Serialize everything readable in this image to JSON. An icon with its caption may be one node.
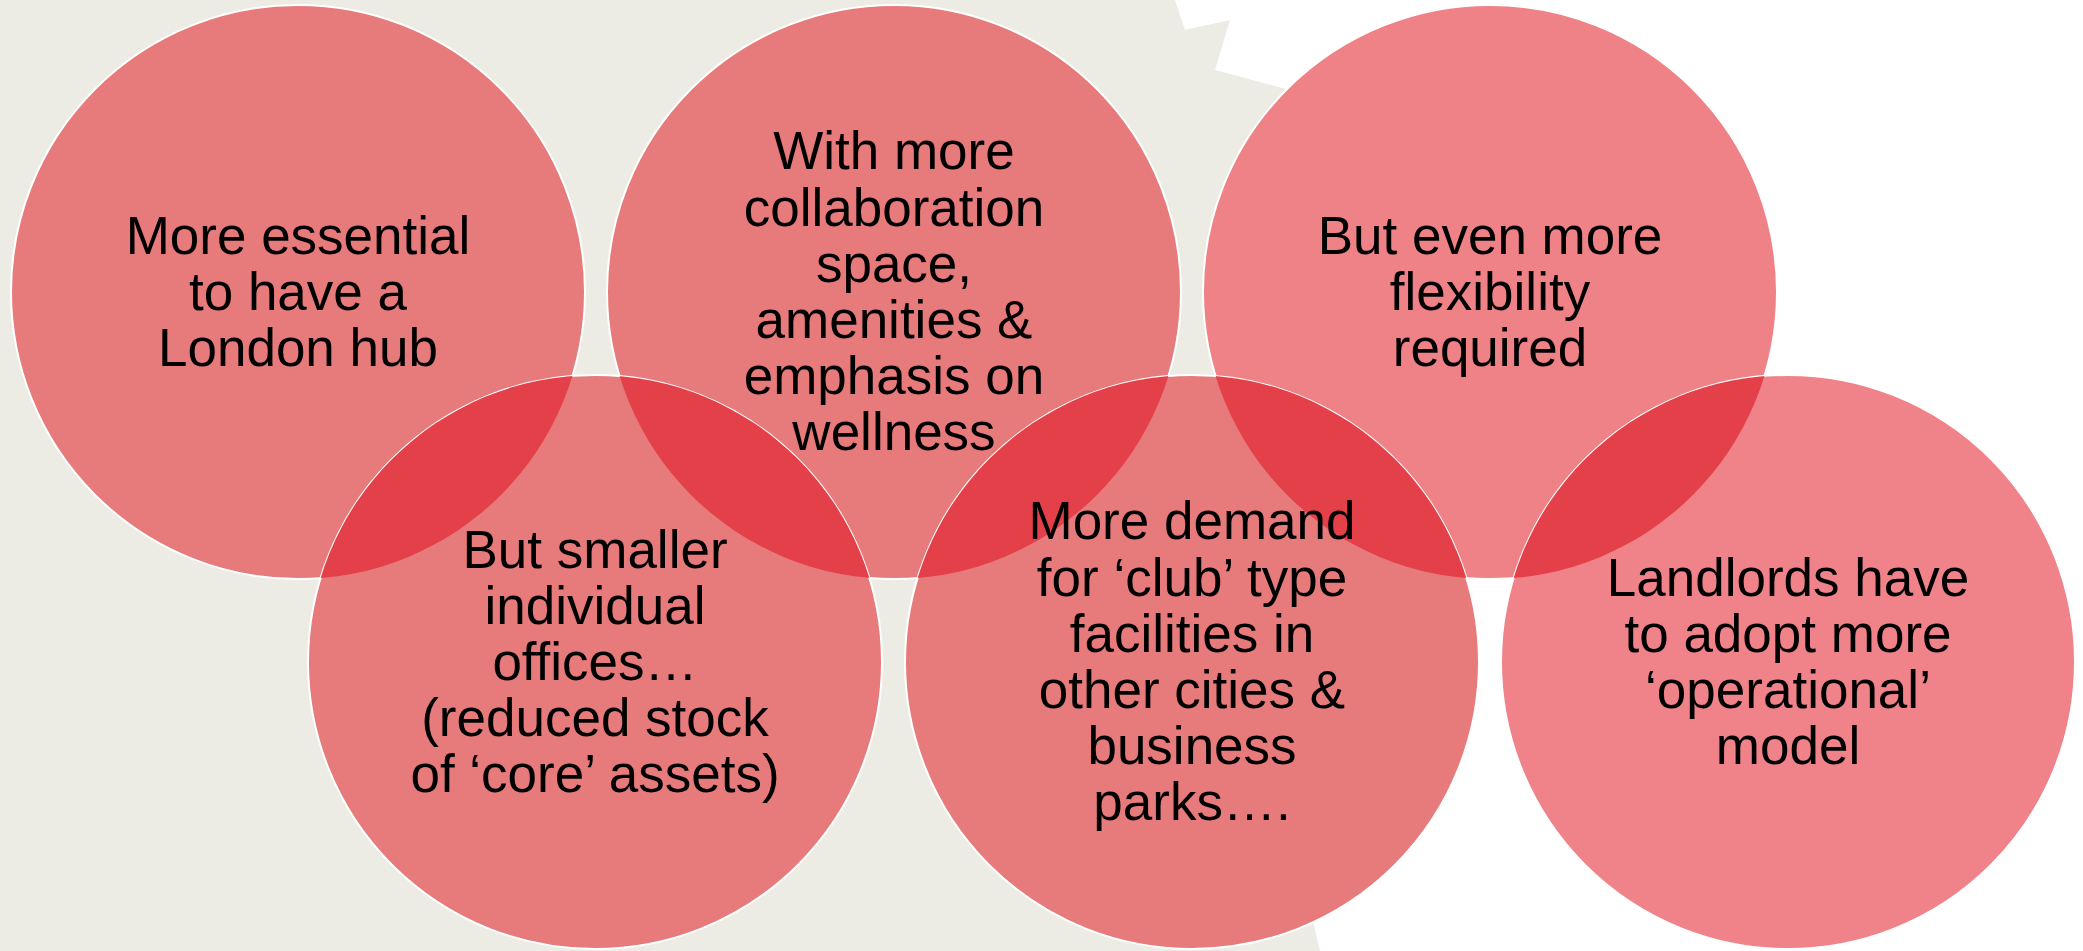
{
  "diagram": {
    "nodes": [
      {
        "text": [
          "More essential to have a London hub"
        ]
      },
      {
        "text": [
          "With more collaboration space, amenities & emphasis on wellness"
        ]
      },
      {
        "text": [
          "But even more flexibility required"
        ]
      },
      {
        "text": [
          "But smaller individual offices… (reduced stock of ‘core’ assets)"
        ]
      },
      {
        "text": [
          "More demand for ‘club’ type facilities in other cities & business parks…."
        ]
      },
      {
        "text": [
          "Landlords have to adopt more ‘operational’ model"
        ]
      }
    ]
  }
}
